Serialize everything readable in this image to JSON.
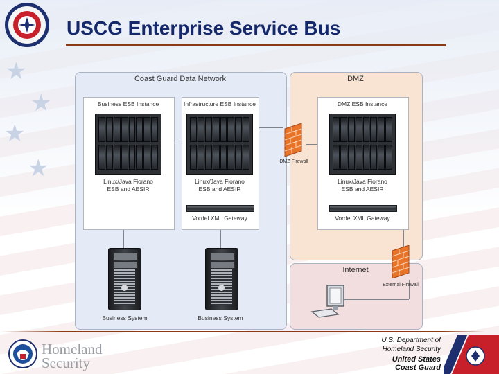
{
  "header": {
    "title": "USCG Enterprise Service Bus"
  },
  "diagram": {
    "zones": {
      "coast_guard": "Coast Guard Data Network",
      "dmz": "DMZ",
      "internet": "Internet"
    },
    "instances": {
      "business": "Business ESB Instance",
      "infrastructure": "Infrastructure ESB Instance",
      "dmz": "DMZ ESB Instance"
    },
    "stack_line1": "Linux/Java Fiorano",
    "stack_line2": "ESB and AESIR",
    "gateway": "Vordel XML Gateway",
    "business_system": "Business System",
    "dmz_firewall": "DMZ Firewall",
    "external_firewall": "External Firewall"
  },
  "footer": {
    "dhs_line1": "Homeland",
    "dhs_line2": "Security",
    "dept_line1": "U.S. Department of",
    "dept_line2": "Homeland Security",
    "cg_line1": "United States",
    "cg_line2": "Coast Guard"
  },
  "colors": {
    "title": "#14286b",
    "rule": "#8a3a14",
    "coast_guard_zone": "#e4ebf6",
    "dmz_zone": "#f9e4d3",
    "internet_zone": "#f2dede",
    "firewall": "#e8742a"
  },
  "icons": {
    "seal": "coast-guard-auxiliary-seal-icon",
    "firewall": "brick-firewall-icon",
    "server": "server-rack-icon",
    "tower": "tower-server-icon",
    "workstation": "desktop-computer-icon",
    "dhs": "dhs-seal-icon",
    "coast_guard": "coast-guard-stripe-icon"
  }
}
